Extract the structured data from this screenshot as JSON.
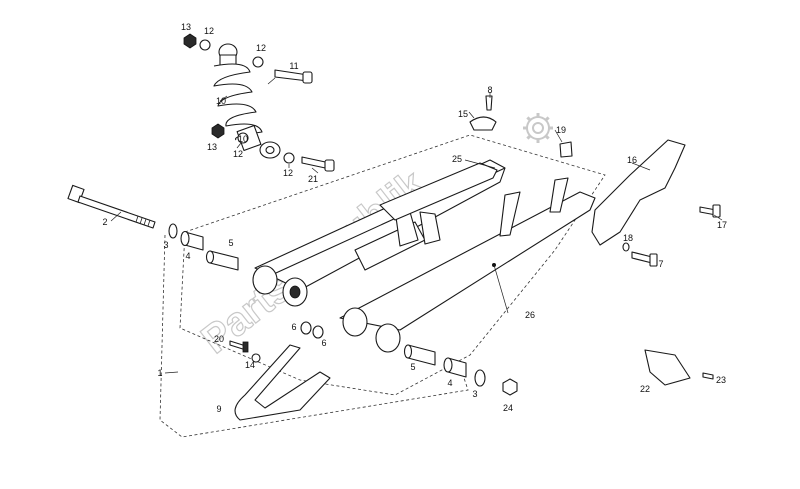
{
  "watermark": {
    "text": "PartsRepublik",
    "brand_color": "#c8c8c8"
  },
  "callouts": [
    {
      "id": "c13a",
      "text": "13"
    },
    {
      "id": "c12a",
      "text": "12"
    },
    {
      "id": "c12b",
      "text": "12"
    },
    {
      "id": "c11",
      "text": "11"
    },
    {
      "id": "c10",
      "text": "10"
    },
    {
      "id": "c10b",
      "text": "10"
    },
    {
      "id": "c13b",
      "text": "13"
    },
    {
      "id": "c12c",
      "text": "12"
    },
    {
      "id": "c12d",
      "text": "12"
    },
    {
      "id": "c21",
      "text": "21"
    },
    {
      "id": "c8",
      "text": "8"
    },
    {
      "id": "c15",
      "text": "15"
    },
    {
      "id": "c19",
      "text": "19"
    },
    {
      "id": "c25",
      "text": "25"
    },
    {
      "id": "c16",
      "text": "16"
    },
    {
      "id": "c2",
      "text": "2"
    },
    {
      "id": "c3a",
      "text": "3"
    },
    {
      "id": "c4a",
      "text": "4"
    },
    {
      "id": "c5a",
      "text": "5"
    },
    {
      "id": "c17",
      "text": "17"
    },
    {
      "id": "c18",
      "text": "18"
    },
    {
      "id": "c7",
      "text": "7"
    },
    {
      "id": "c26",
      "text": "26"
    },
    {
      "id": "c6a",
      "text": "6"
    },
    {
      "id": "c6b",
      "text": "6"
    },
    {
      "id": "c20",
      "text": "20"
    },
    {
      "id": "c14",
      "text": "14"
    },
    {
      "id": "c1",
      "text": "1"
    },
    {
      "id": "c5b",
      "text": "5"
    },
    {
      "id": "c4b",
      "text": "4"
    },
    {
      "id": "c3b",
      "text": "3"
    },
    {
      "id": "c9",
      "text": "9"
    },
    {
      "id": "c24",
      "text": "24"
    },
    {
      "id": "c22",
      "text": "22"
    },
    {
      "id": "c23",
      "text": "23"
    }
  ]
}
